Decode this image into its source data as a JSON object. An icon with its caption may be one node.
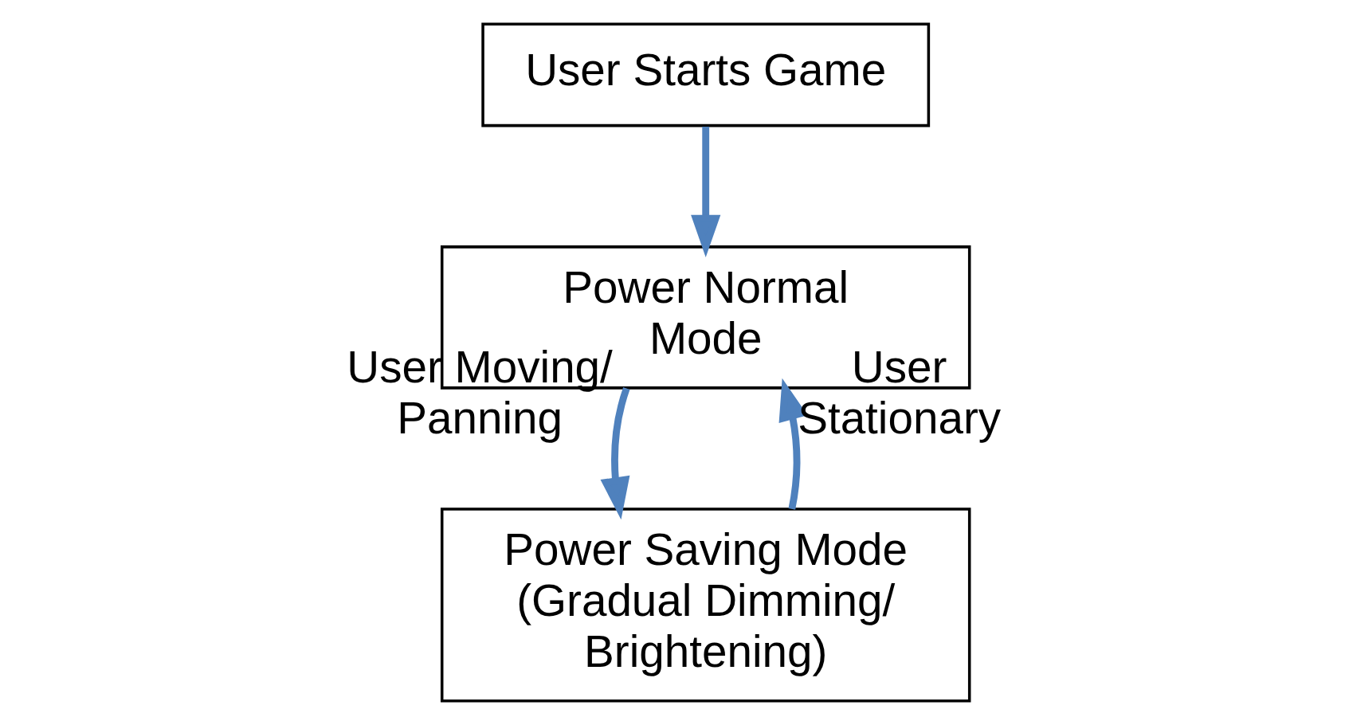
{
  "diagram": {
    "nodes": [
      {
        "text": [
          "User Starts Game"
        ]
      },
      {
        "text": [
          "Power Normal Mode"
        ]
      },
      {
        "text": [
          "Power Saving Mode (Gradual Dimming/ Brightening)"
        ]
      }
    ],
    "edges": [
      {
        "from": 0,
        "to": 1,
        "arrow": "to"
      },
      {
        "from": 1,
        "to": 2,
        "arrow": "to",
        "label": "User Moving/ Panning"
      },
      {
        "from": 2,
        "to": 1,
        "arrow": "to",
        "label": "User Stationary"
      }
    ]
  }
}
